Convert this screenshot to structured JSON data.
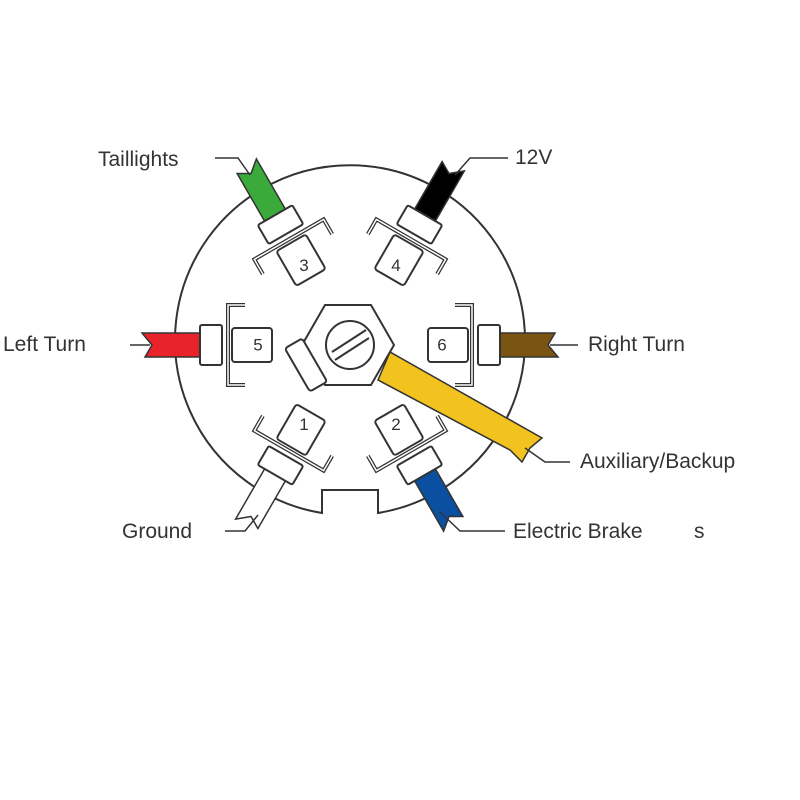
{
  "labels": {
    "taillights": "Taillights",
    "twelve_v": "12V",
    "left_turn": "Left Turn",
    "right_turn": "Right Turn",
    "auxiliary": "Auxiliary/Backup",
    "electric_brakes": "Electric Brake",
    "electric_brakes_suffix": "s",
    "ground": "Ground"
  },
  "pins": [
    {
      "number": "1",
      "function": "Ground",
      "wire_color": "#ffffff"
    },
    {
      "number": "2",
      "function": "Electric Brakes",
      "wire_color": "#0a4fa0"
    },
    {
      "number": "3",
      "function": "Taillights",
      "wire_color": "#3aaa3a"
    },
    {
      "number": "4",
      "function": "12V",
      "wire_color": "#000000"
    },
    {
      "number": "5",
      "function": "Left Turn",
      "wire_color": "#e8242a"
    },
    {
      "number": "6",
      "function": "Right Turn",
      "wire_color": "#7a5412"
    }
  ],
  "center_wire_color": "#f2c21f"
}
